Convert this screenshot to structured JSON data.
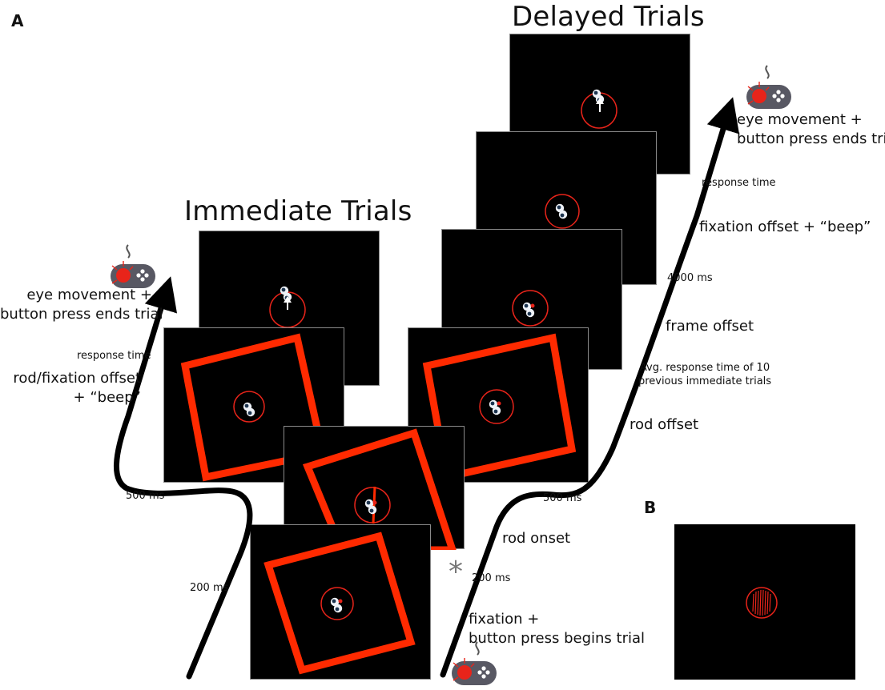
{
  "panel_labels": {
    "a": "A",
    "b": "B"
  },
  "immediate": {
    "title": "Immediate Trials",
    "response_label": "eye movement +\nbutton press ends trial",
    "response_time": "response time",
    "offset_label": "rod/fixation offset\n+ “beep”",
    "t_500": "500 ms",
    "t_200": "200 ms"
  },
  "delayed": {
    "title": "Delayed Trials",
    "response_label": "eye movement +\nbutton press ends trial",
    "response_time": "response time",
    "fixation_offset": "fixation offset + “beep”",
    "t_4000": "4000 ms",
    "frame_offset": "frame offset",
    "avg_response": "Avg. response time of 10\nprevious immediate trials",
    "rod_offset": "rod offset",
    "t_500": "500 ms"
  },
  "shared": {
    "rod_onset": "rod onset",
    "t_200": "200 ms",
    "fixation_begin": "fixation +\nbutton press begins trial",
    "asterisk": "*"
  },
  "colors": {
    "frame_red": "#ff2a00",
    "circle_red": "#e8241a",
    "screen": "#000000",
    "arrow": "#000000",
    "gamepad": "#585863"
  },
  "icons": [
    "gamepad-icon",
    "eye-icon",
    "arrow-icon"
  ]
}
